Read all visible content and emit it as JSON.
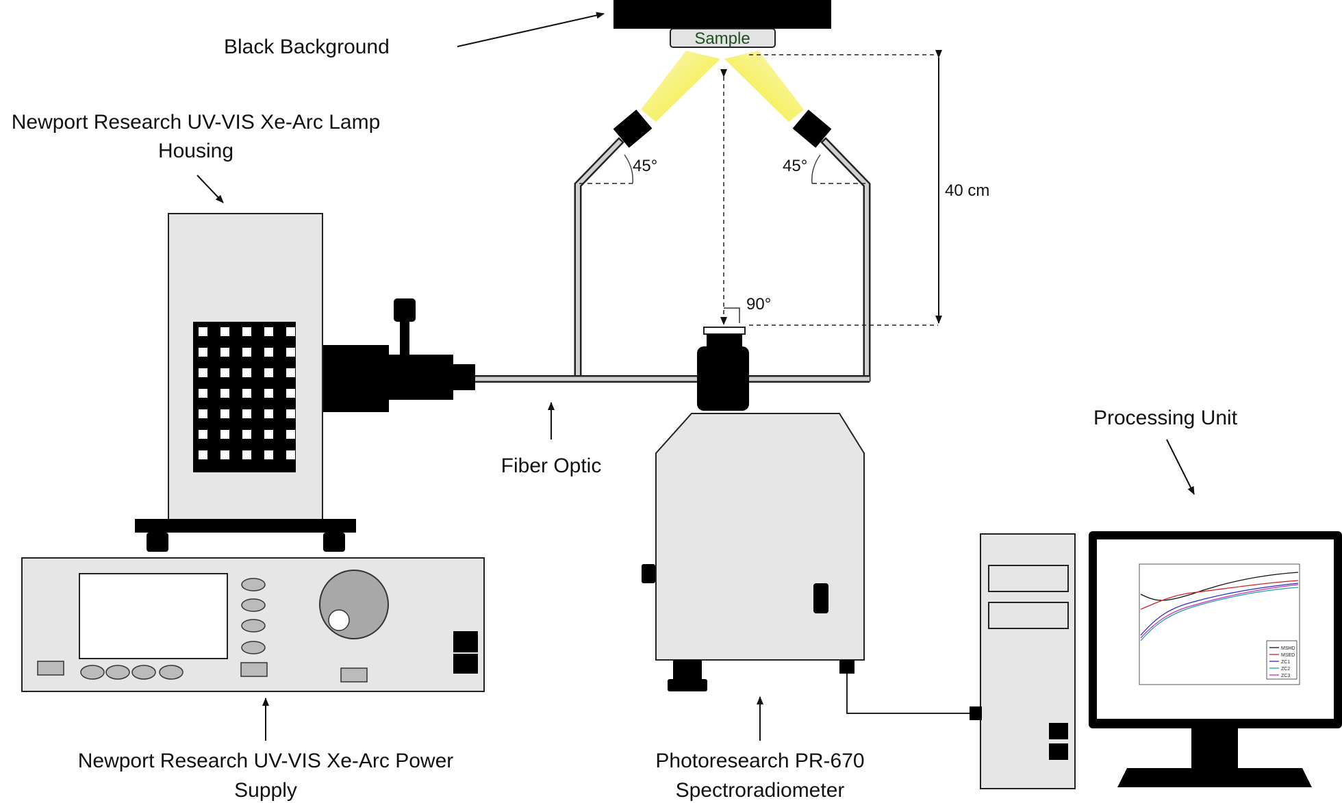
{
  "labels": {
    "black_background": "Black Background",
    "sample": "Sample",
    "lamp_housing_line1": "Newport Research UV-VIS Xe-Arc Lamp",
    "lamp_housing_line2": "Housing",
    "fiber_optic": "Fiber Optic",
    "power_supply_line1": "Newport Research UV-VIS Xe-Arc Power",
    "power_supply_line2": "Supply",
    "spectro_line1": "Photoresearch PR-670",
    "spectro_line2": "Spectroradiometer",
    "processing_unit": "Processing Unit",
    "angle_left": "45°",
    "angle_right": "45°",
    "angle_90": "90°",
    "distance": "40 cm"
  },
  "colors": {
    "equipment_fill": "#e6e6e6",
    "outline": "#222222",
    "light_beam": "#f5ef3a",
    "sample_fill": "#e3e3e3"
  },
  "monitor_chart": {
    "type": "line",
    "legend": [
      "MSHD",
      "MSED",
      "ZC1",
      "ZC2",
      "ZC3"
    ],
    "series_colors": [
      "#111111",
      "#d22020",
      "#2a2ad0",
      "#1ca0a0",
      "#c030c0"
    ]
  }
}
